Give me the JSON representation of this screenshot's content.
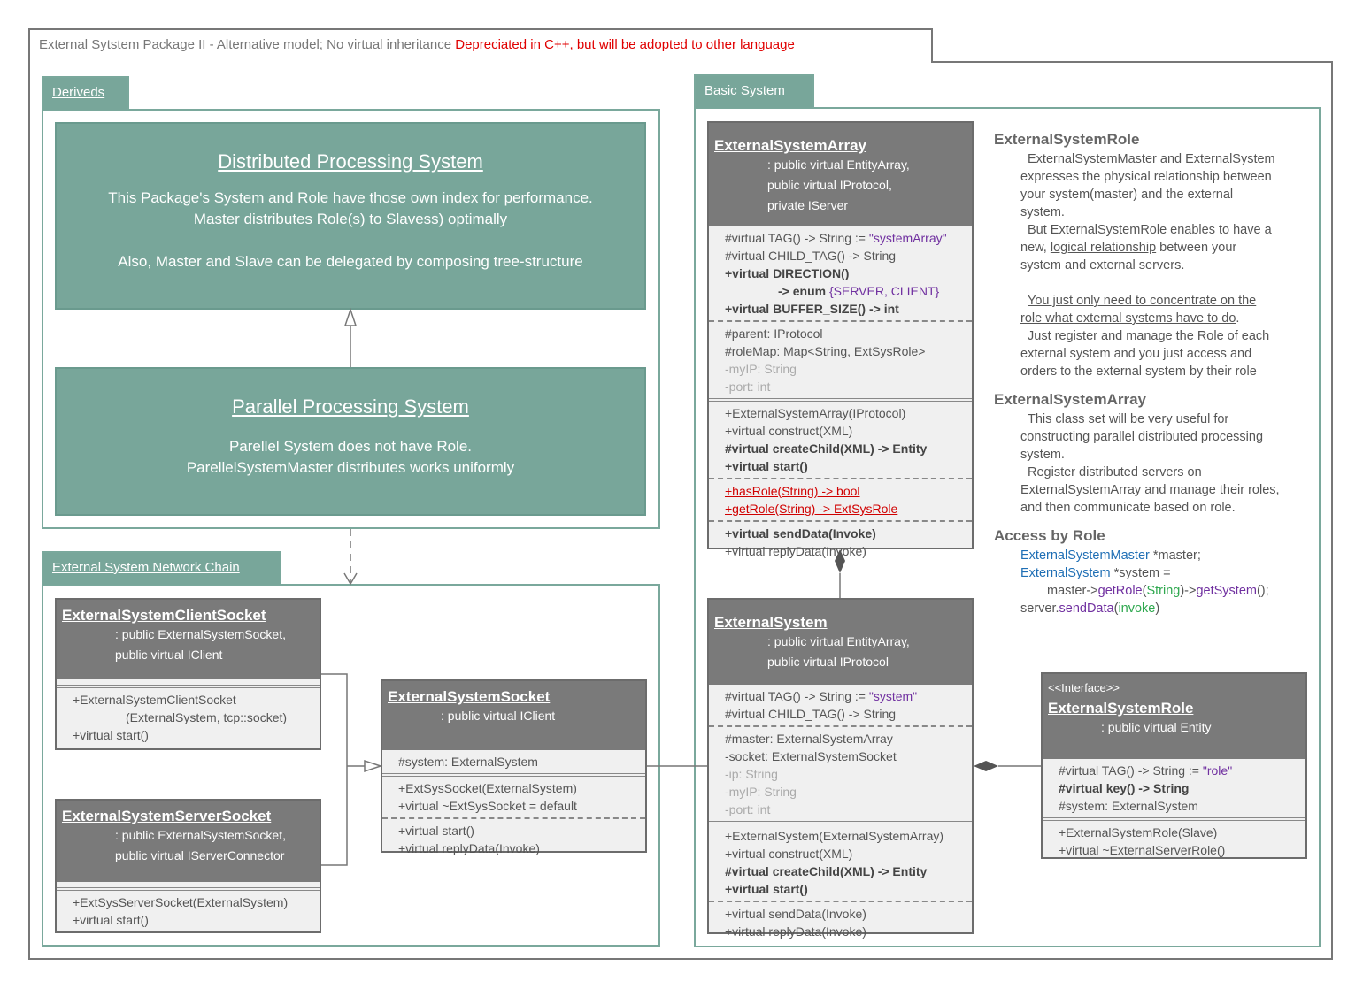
{
  "header": {
    "package_title": "External Sytstem Package II - Alternative model; No virtual inheritance",
    "warning": "Depreciated in C++, but will be adopted to other language"
  },
  "derived": {
    "tab": "Deriveds",
    "distributed": {
      "title": "Distributed Processing System",
      "line1": "This Package's System and Role have those own index for performance.",
      "line2": "Master distributes Role(s) to Slavess) optimally",
      "line3": "Also, Master and Slave can be delegated by composing tree-structure"
    },
    "parallel": {
      "title": "Parallel Processing System",
      "line1": "Parellel System does not have Role.",
      "line2": "ParellelSystemMaster distributes works uniformly"
    }
  },
  "network": {
    "tab": "External System Network Chain",
    "client": {
      "name": "ExternalSystemClientSocket",
      "inh1": ": public ExternalSystemSocket,",
      "inh2": "public virtual IClient",
      "m1": "+ExternalSystemClientSocket",
      "m2": "(ExternalSystem, tcp::socket)",
      "m3": "+virtual start()"
    },
    "server": {
      "name": "ExternalSystemServerSocket",
      "inh1": ": public ExternalSystemSocket,",
      "inh2": "public virtual IServerConnector",
      "m1": "+ExtSysServerSocket(ExternalSystem)",
      "m2": "+virtual start()"
    },
    "socket": {
      "name": "ExternalSystemSocket",
      "inh1": ": public virtual IClient",
      "f1": "#system: ExternalSystem",
      "m1": "+ExtSysSocket(ExternalSystem)",
      "m2": "+virtual ~ExtSysSocket = default",
      "m3": "+virtual start()",
      "m4": "+virtual replyData(Invoke)"
    }
  },
  "basic": {
    "tab": "Basic System",
    "array": {
      "name": "ExternalSystemArray",
      "inh1": ": public virtual EntityArray,",
      "inh2": "public virtual IProtocol,",
      "inh3": "private IServer",
      "tag_a": "#virtual TAG() -> String := ",
      "tag_b": "\"systemArray\"",
      "child_tag": "#virtual CHILD_TAG() -> String",
      "direction": "+virtual DIRECTION()",
      "dir_enum_a": "-> enum ",
      "dir_enum_b": "{SERVER, CLIENT}",
      "buffer": "+virtual BUFFER_SIZE() -> int",
      "parent": "#parent: IProtocol",
      "rolemap": "#roleMap: Map<String, ExtSysRole>",
      "myip": "-myIP: String",
      "port": "-port: int",
      "ctor": "+ExternalSystemArray(IProtocol)",
      "construct": "+virtual construct(XML)",
      "create": "#virtual createChild(XML) -> Entity",
      "start": "+virtual start()",
      "hasrole": "+hasRole(String) -> bool",
      "getrole": "+getRole(String) -> ExtSysRole",
      "send": "+virtual sendData(Invoke)",
      "reply": "+virtual replyData(Invoke)"
    },
    "system": {
      "name": "ExternalSystem",
      "inh1": ": public virtual EntityArray,",
      "inh2": "public virtual IProtocol",
      "tag_a": "#virtual TAG() -> String := ",
      "tag_b": "\"system\"",
      "child_tag": "#virtual CHILD_TAG() -> String",
      "master": "#master: ExternalSystemArray",
      "socket": "-socket: ExternalSystemSocket",
      "ip": "-ip: String",
      "myip": "-myIP: String",
      "port": "-port: int",
      "ctor": "+ExternalSystem(ExternalSystemArray)",
      "construct": "+virtual construct(XML)",
      "create": "#virtual createChild(XML) -> Entity",
      "start": "+virtual start()",
      "send": "+virtual sendData(Invoke)",
      "reply": "+virtual replyData(Invoke)"
    },
    "role": {
      "stereo": "<<Interface>>",
      "name": "ExternalSystemRole",
      "inh1": ": public virtual Entity",
      "tag_a": "#virtual TAG() -> String := ",
      "tag_b": "\"role\"",
      "key": "#virtual key() -> String",
      "system": "#system: ExternalSystem",
      "ctor": "+ExternalSystemRole(Slave)",
      "dtor": "+virtual ~ExternalServerRole()"
    },
    "notes": {
      "role_h": "ExternalSystemRole",
      "role_1": "ExternalSystemMaster and ExternalSystem",
      "role_2": "expresses the physical relationship between",
      "role_3": "your system(master) and the external",
      "role_4": "system.",
      "role_5": "But ExternalSystemRole enables to have a",
      "role_6a": "new, ",
      "role_6b": "logical relationship",
      "role_6c": " between your",
      "role_7": "system and external servers.",
      "role_8": "You just only need to concentrate on the",
      "role_9a": "role what external systems have to do",
      "role_9b": ".",
      "role_10": "Just register and manage the Role of each",
      "role_11": "external system and you just access and",
      "role_12": "orders to the external system by their role",
      "array_h": "ExternalSystemArray",
      "array_1": "This class set will be very useful for",
      "array_2": "constructing parallel distributed processing",
      "array_3": "system.",
      "array_4": "Register distributed servers on",
      "array_5": "ExternalSystemArray and manage their roles,",
      "array_6": "and then communicate based on role.",
      "access_h": "Access by Role",
      "code1a": "ExternalSystemMaster",
      "code1b": " *master;",
      "code2a": "ExternalSystem",
      "code2b": " *system =",
      "code3a": "master->",
      "code3b": "getRole",
      "code3c": "(",
      "code3d": "String",
      "code3e": ")->",
      "code3f": "getSystem",
      "code3g": "();",
      "code4a": "server.",
      "code4b": "sendData",
      "code4c": "(",
      "code4d": "invoke",
      "code4e": ")"
    }
  }
}
